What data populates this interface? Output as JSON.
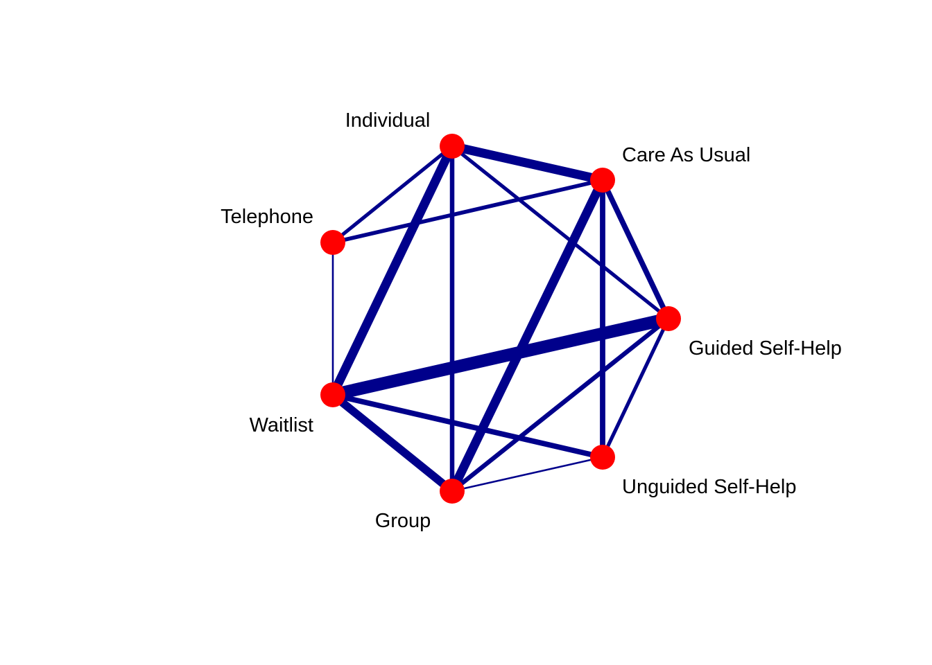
{
  "diagram": {
    "type": "network-graph",
    "node_color": "#ff0000",
    "edge_color": "#00008b",
    "background": "#ffffff",
    "nodes": [
      {
        "id": "individual",
        "label": "Individual"
      },
      {
        "id": "care",
        "label": "Care As Usual"
      },
      {
        "id": "guided",
        "label": "Guided Self-Help"
      },
      {
        "id": "unguided",
        "label": "Unguided Self-Help"
      },
      {
        "id": "group",
        "label": "Group"
      },
      {
        "id": "waitlist",
        "label": "Waitlist"
      },
      {
        "id": "telephone",
        "label": "Telephone"
      }
    ],
    "edges": [
      {
        "from": "individual",
        "to": "care",
        "weight": 5
      },
      {
        "from": "individual",
        "to": "telephone",
        "weight": 2
      },
      {
        "from": "individual",
        "to": "waitlist",
        "weight": 5
      },
      {
        "from": "individual",
        "to": "group",
        "weight": 2.5
      },
      {
        "from": "individual",
        "to": "guided",
        "weight": 2
      },
      {
        "from": "care",
        "to": "telephone",
        "weight": 2.2
      },
      {
        "from": "care",
        "to": "group",
        "weight": 5
      },
      {
        "from": "care",
        "to": "unguided",
        "weight": 3
      },
      {
        "from": "care",
        "to": "guided",
        "weight": 3
      },
      {
        "from": "telephone",
        "to": "waitlist",
        "weight": 1
      },
      {
        "from": "waitlist",
        "to": "guided",
        "weight": 7
      },
      {
        "from": "waitlist",
        "to": "group",
        "weight": 4.5
      },
      {
        "from": "waitlist",
        "to": "unguided",
        "weight": 3
      },
      {
        "from": "group",
        "to": "guided",
        "weight": 2.5
      },
      {
        "from": "group",
        "to": "unguided",
        "weight": 1
      },
      {
        "from": "guided",
        "to": "unguided",
        "weight": 2
      }
    ]
  }
}
